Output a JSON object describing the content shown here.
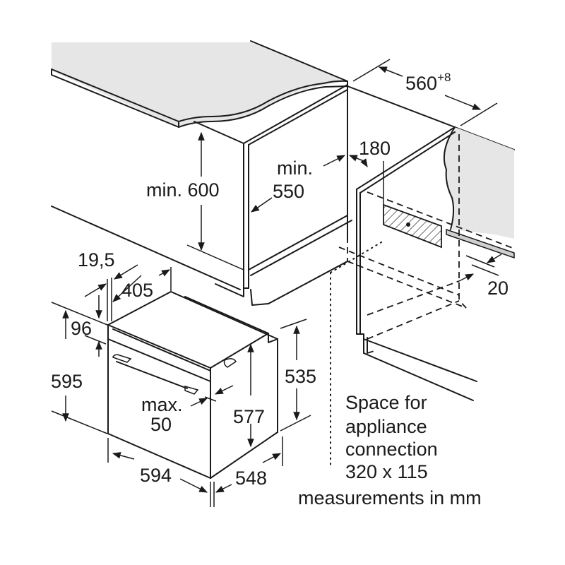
{
  "diagram": {
    "title": "Built-in oven installation dimensions",
    "colors": {
      "line": "#1a1a1a",
      "surface": "#e6e6e6",
      "surface_edge": "#cfcfcf",
      "background": "#ffffff"
    },
    "labels": {
      "min_height": "min. 600",
      "min_depth_line1": "min.",
      "min_depth_line2": "550",
      "niche_width_main": "560",
      "niche_width_tolerance": "+8",
      "connection_offset": "180",
      "back_gap": "20",
      "top_offset": "19,5",
      "panel_depth": "405",
      "control_panel_height": "96",
      "oven_height": "595",
      "max_label_line1": "max.",
      "max_label_line2": "50",
      "door_height": "577",
      "body_height": "535",
      "oven_width": "594",
      "oven_depth": "548",
      "space_line1": "Space for",
      "space_line2": "appliance",
      "space_line3": "connection",
      "space_line4": "320 x 115",
      "units_note": "measurements in mm"
    }
  }
}
